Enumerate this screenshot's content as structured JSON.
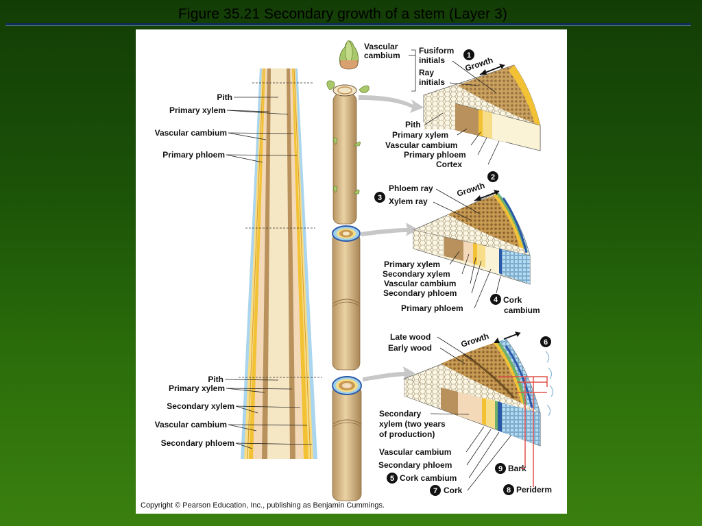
{
  "slide": {
    "title": "Figure 35.21  Secondary growth of a stem (Layer 3)",
    "copyright": "Copyright © Pearson Education, Inc., publishing as Benjamin Cummings."
  },
  "left_column": {
    "top_labels": [
      "Pith",
      "Primary xylem",
      "Vascular cambium",
      "Primary phloem"
    ],
    "bottom_labels": [
      "Pith",
      "Primary xylem",
      "Secondary xylem",
      "Vascular cambium",
      "Secondary phloem"
    ]
  },
  "wedge1": {
    "labels": {
      "vascular_cambium": [
        "Vascular",
        "cambium"
      ],
      "fusiform": [
        "Fusiform",
        "initials"
      ],
      "ray": [
        "Ray",
        "initials"
      ],
      "growth": "Growth",
      "pith": "Pith",
      "primary_xylem": "Primary xylem",
      "vascular_cambium_2": "Vascular cambium",
      "primary_phloem": "Primary phloem",
      "cortex": "Cortex"
    },
    "marker": "1"
  },
  "wedge2": {
    "labels": {
      "phloem_ray": "Phloem ray",
      "xylem_ray": "Xylem ray",
      "growth": "Growth",
      "primary_xylem": "Primary xylem",
      "secondary_xylem": "Secondary xylem",
      "vascular_cambium": "Vascular cambium",
      "secondary_phloem": "Secondary phloem",
      "primary_phloem": "Primary phloem",
      "cork_cambium": [
        "Cork",
        "cambium"
      ]
    },
    "markers": {
      "two": "2",
      "three": "3",
      "four": "4"
    }
  },
  "wedge3": {
    "labels": {
      "late_wood": "Late wood",
      "early_wood": "Early wood",
      "growth": "Growth",
      "secondary_xylem": [
        "Secondary",
        "xylem (two years",
        "of production)"
      ],
      "vascular_cambium": "Vascular cambium",
      "secondary_phloem": "Secondary phloem",
      "cork_cambium": "Cork cambium",
      "cork": "Cork",
      "bark": "Bark",
      "periderm": "Periderm"
    },
    "markers": {
      "five": "5",
      "six": "6",
      "seven": "7",
      "eight": "8",
      "nine": "9"
    }
  },
  "colors": {
    "pith": "#f5e6c4",
    "primary_xylem": "#b8915c",
    "secondary_xylem": "#f3d9b8",
    "vascular_cambium": "#f2c234",
    "phloem": "#f7dd88",
    "cortex": "#fbf3d5",
    "cork": "#9fd0ea",
    "cork_dark": "#2a58a8",
    "twig": "#d8bb88",
    "bud": "#a9c86a",
    "arrow": "#c7c7c7",
    "red_lines": "#e0504a",
    "title_rule": "#0c2a6b"
  }
}
